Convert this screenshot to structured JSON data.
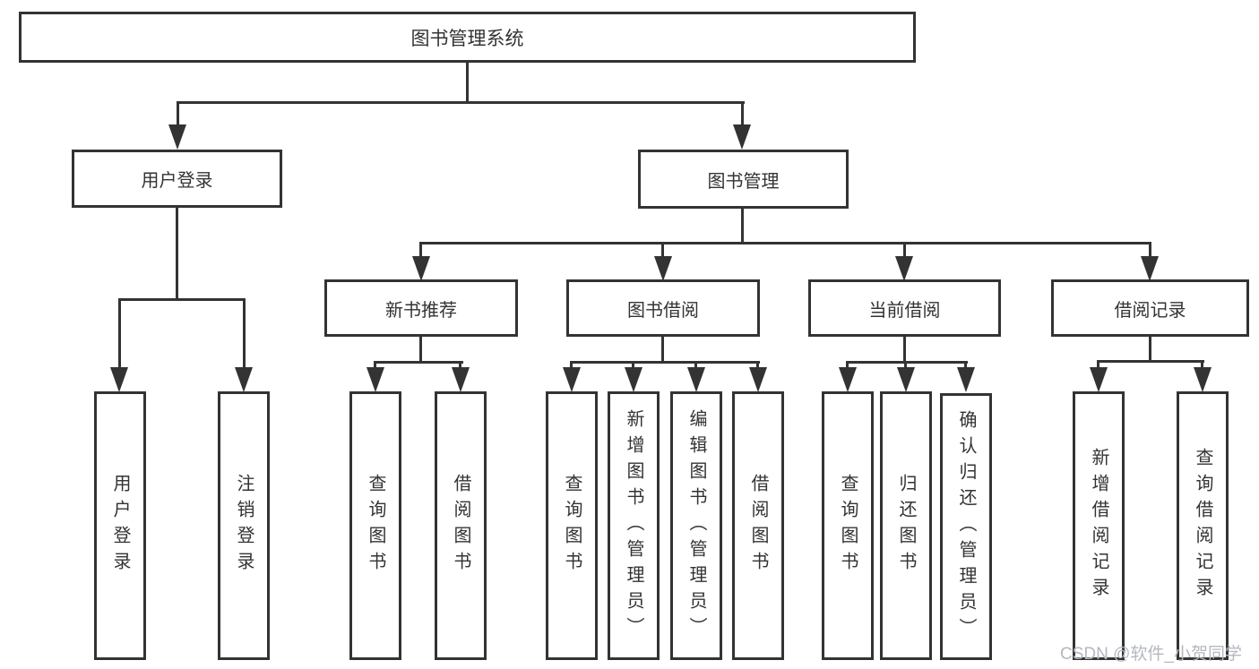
{
  "diagram": {
    "title": "图书管理系统",
    "level2": {
      "user_login": "用户登录",
      "book_mgmt": "图书管理"
    },
    "level3": {
      "new_books": "新书推荐",
      "borrow": "图书借阅",
      "current": "当前借阅",
      "records": "借阅记录"
    },
    "leaves": {
      "login": "用户登录",
      "logout": "注销登录",
      "nb_query": "查询图书",
      "nb_borrow": "借阅图书",
      "bb_query": "查询图书",
      "bb_add": "新增图书（管理员）",
      "bb_edit": "编辑图书（管理员）",
      "bb_borrow": "借阅图书",
      "cb_query": "查询图书",
      "cb_return": "归还图书",
      "cb_confirm": "确认归还（管理员）",
      "br_add": "新增借阅记录",
      "br_query": "查询借阅记录"
    }
  },
  "watermark": {
    "text": "CSDN @软件_小贺同学"
  },
  "colors": {
    "line": "#333333",
    "text": "#333333",
    "watermark": "#b4b8bf",
    "background": "#ffffff"
  }
}
